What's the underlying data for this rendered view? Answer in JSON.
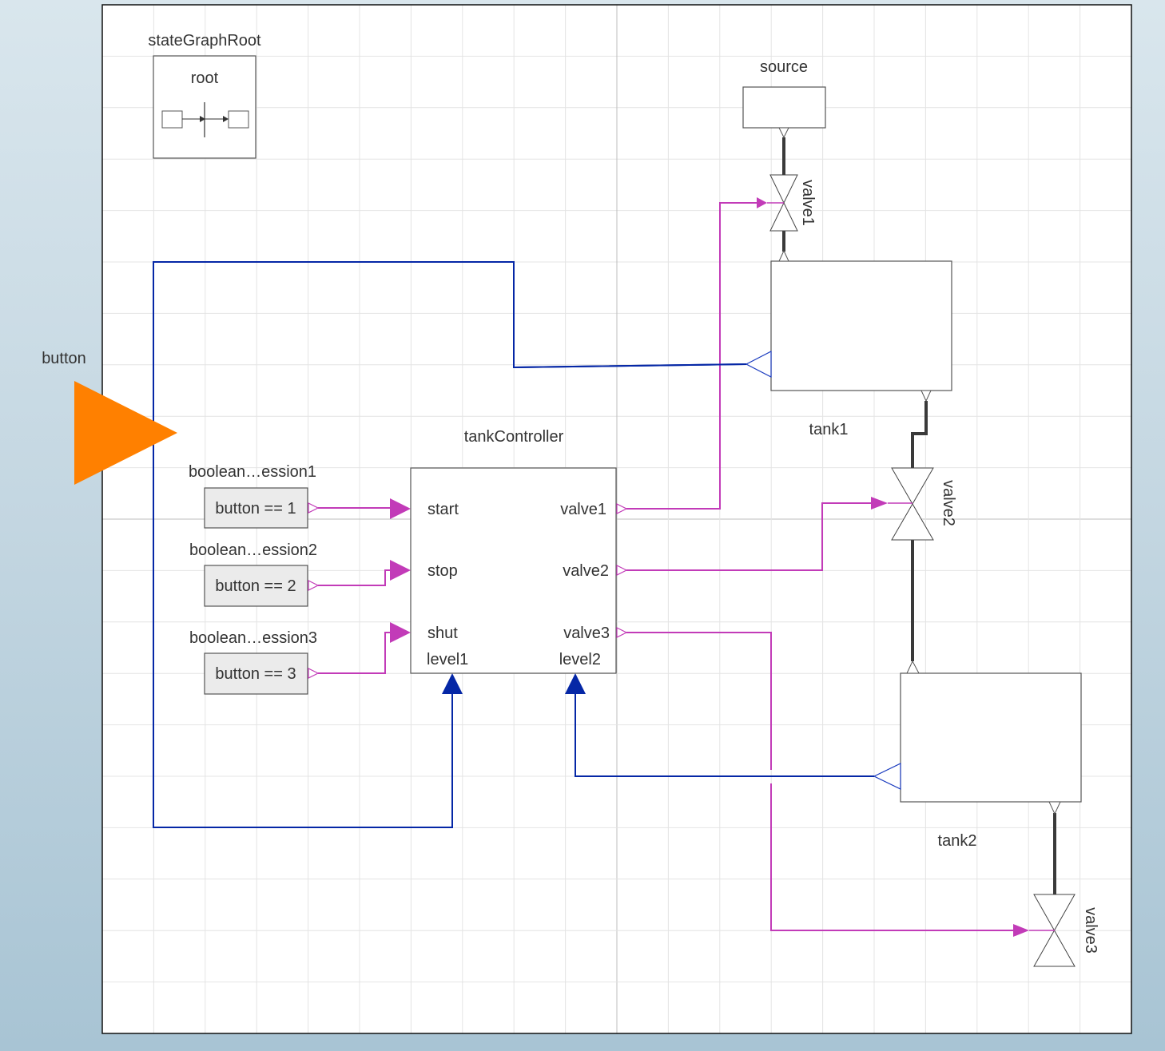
{
  "diagram": {
    "title": "Modelica tank system diagram",
    "colors": {
      "canvas_bg": "#ffffff",
      "grid_minor": "#e4e4e4",
      "grid_major": "#bdbdbd",
      "boolean_signal": "#c23bb8",
      "real_signal": "#0527a6",
      "fluid_pipe": "#3a3a3a",
      "input_connector": "#ff8000",
      "block_fill": "#ebebeb"
    },
    "components": {
      "stateGraphRoot": {
        "name": "stateGraphRoot",
        "inner_label": "root"
      },
      "source": {
        "name": "source"
      },
      "valve1": {
        "name": "valve1"
      },
      "valve2": {
        "name": "valve2"
      },
      "valve3": {
        "name": "valve3"
      },
      "tank1": {
        "name": "tank1"
      },
      "tank2": {
        "name": "tank2"
      },
      "button": {
        "name": "button"
      },
      "tankController": {
        "name": "tankController",
        "ports": {
          "start": "start",
          "stop": "stop",
          "shut": "shut",
          "valve1": "valve1",
          "valve2": "valve2",
          "valve3": "valve3",
          "level1": "level1",
          "level2": "level2"
        }
      },
      "booleanExpressions": [
        {
          "name": "boolean…ession1",
          "expression": "button == 1"
        },
        {
          "name": "boolean…ession2",
          "expression": "button == 2"
        },
        {
          "name": "boolean…ession3",
          "expression": "button == 3"
        }
      ]
    },
    "connections": [
      {
        "from": "booleanExpression1.y",
        "to": "tankController.start",
        "type": "boolean"
      },
      {
        "from": "booleanExpression2.y",
        "to": "tankController.stop",
        "type": "boolean"
      },
      {
        "from": "booleanExpression3.y",
        "to": "tankController.shut",
        "type": "boolean"
      },
      {
        "from": "tankController.valve1",
        "to": "valve1.open",
        "type": "boolean"
      },
      {
        "from": "tankController.valve2",
        "to": "valve2.open",
        "type": "boolean"
      },
      {
        "from": "tankController.valve3",
        "to": "valve3.open",
        "type": "boolean"
      },
      {
        "from": "tank1.level",
        "to": "tankController.level1",
        "type": "real"
      },
      {
        "from": "tank2.level",
        "to": "tankController.level2",
        "type": "real"
      },
      {
        "from": "source.outlet",
        "to": "valve1.inlet",
        "type": "fluid"
      },
      {
        "from": "valve1.outlet",
        "to": "tank1.inlet",
        "type": "fluid"
      },
      {
        "from": "tank1.outlet",
        "to": "valve2.inlet",
        "type": "fluid"
      },
      {
        "from": "valve2.outlet",
        "to": "tank2.inlet",
        "type": "fluid"
      },
      {
        "from": "tank2.outlet",
        "to": "valve3.inlet",
        "type": "fluid"
      }
    ]
  }
}
